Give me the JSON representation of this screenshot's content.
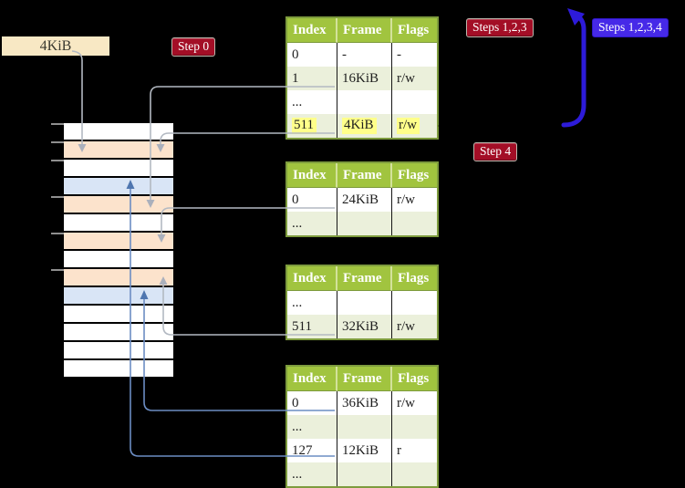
{
  "colors": {
    "background": "#000000",
    "frame_box_bg": "#F8E8C4",
    "badge_red": "#A30E26",
    "badge_blue": "#4629E8",
    "table_header_green": "#A1C43F",
    "table_row_green": "#EBF0DB",
    "table_border_olive": "#7D9B3D",
    "memory_peach": "#FCE3CC",
    "memory_light_blue": "#D9E5F6",
    "gray_arrow": "#B3B9C2",
    "thin_blue_arrow": "#6C8DC3",
    "thick_blue_arrow": "#2D1BD9",
    "highlight_yellow": "#FFFF8A"
  },
  "labels": {
    "frame_box": "4KiB",
    "step0": "Step 0",
    "steps123": "Steps 1,2,3",
    "steps1234": "Steps 1,2,3,4",
    "step4": "Step 4"
  },
  "memory_column": {
    "rows": [
      {
        "fill": "white"
      },
      {
        "fill": "peach"
      },
      {
        "fill": "white"
      },
      {
        "fill": "blue"
      },
      {
        "fill": "peach"
      },
      {
        "fill": "white"
      },
      {
        "fill": "peach"
      },
      {
        "fill": "white"
      },
      {
        "fill": "peach"
      },
      {
        "fill": "blue"
      },
      {
        "fill": "white"
      },
      {
        "fill": "white"
      },
      {
        "fill": "white"
      },
      {
        "fill": "white"
      }
    ]
  },
  "page_tables": [
    {
      "headers": [
        "Index",
        "Frame",
        "Flags"
      ],
      "rows": [
        {
          "cells": [
            "0",
            "-",
            "-"
          ],
          "shade": "white",
          "highlight": false
        },
        {
          "cells": [
            "1",
            "16KiB",
            "r/w"
          ],
          "shade": "green",
          "highlight": false
        },
        {
          "cells": [
            "...",
            "",
            ""
          ],
          "shade": "white",
          "highlight": false
        },
        {
          "cells": [
            "511",
            "4KiB",
            "r/w"
          ],
          "shade": "green",
          "highlight": true
        }
      ]
    },
    {
      "headers": [
        "Index",
        "Frame",
        "Flags"
      ],
      "rows": [
        {
          "cells": [
            "0",
            "24KiB",
            "r/w"
          ],
          "shade": "white",
          "highlight": false
        },
        {
          "cells": [
            "...",
            "",
            ""
          ],
          "shade": "green",
          "highlight": false
        }
      ]
    },
    {
      "headers": [
        "Index",
        "Frame",
        "Flags"
      ],
      "rows": [
        {
          "cells": [
            "...",
            "",
            ""
          ],
          "shade": "white",
          "highlight": false
        },
        {
          "cells": [
            "511",
            "32KiB",
            "r/w"
          ],
          "shade": "green",
          "highlight": false
        }
      ]
    },
    {
      "headers": [
        "Index",
        "Frame",
        "Flags"
      ],
      "rows": [
        {
          "cells": [
            "0",
            "36KiB",
            "r/w"
          ],
          "shade": "white",
          "highlight": false
        },
        {
          "cells": [
            "...",
            "",
            ""
          ],
          "shade": "green",
          "highlight": false
        },
        {
          "cells": [
            "127",
            "12KiB",
            "r"
          ],
          "shade": "white",
          "highlight": false
        },
        {
          "cells": [
            "...",
            "",
            ""
          ],
          "shade": "green",
          "highlight": false
        }
      ]
    }
  ]
}
